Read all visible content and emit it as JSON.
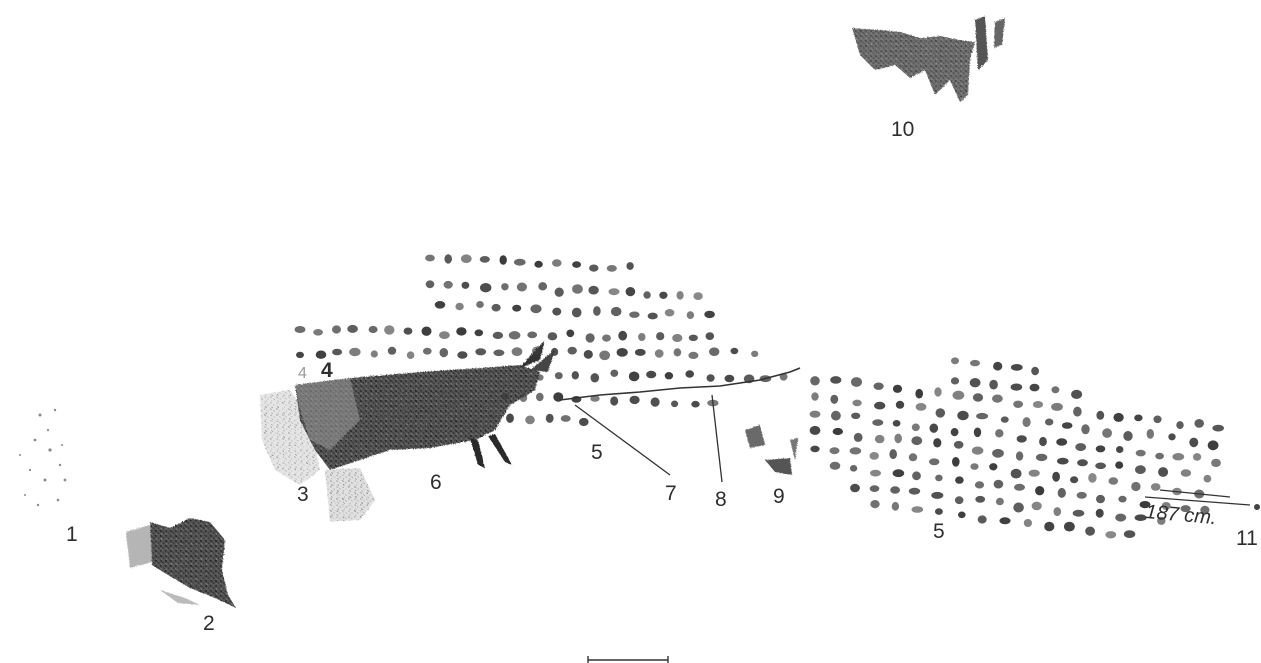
{
  "figure": {
    "labels": {
      "n1": "1",
      "n2": "2",
      "n3": "3",
      "n4": "4",
      "n5a": "5",
      "n5b": "5",
      "n6": "6",
      "n7": "7",
      "n8": "8",
      "n9": "9",
      "n10": "10",
      "n11": "11"
    },
    "measurement": "187 cm.",
    "faint_mark": "4"
  },
  "colors": {
    "ink": "#2e2e2e",
    "dark_fill": "#3a3a3a",
    "mid_fill": "#8a8a8a",
    "light_fill": "#c8c8c8"
  }
}
